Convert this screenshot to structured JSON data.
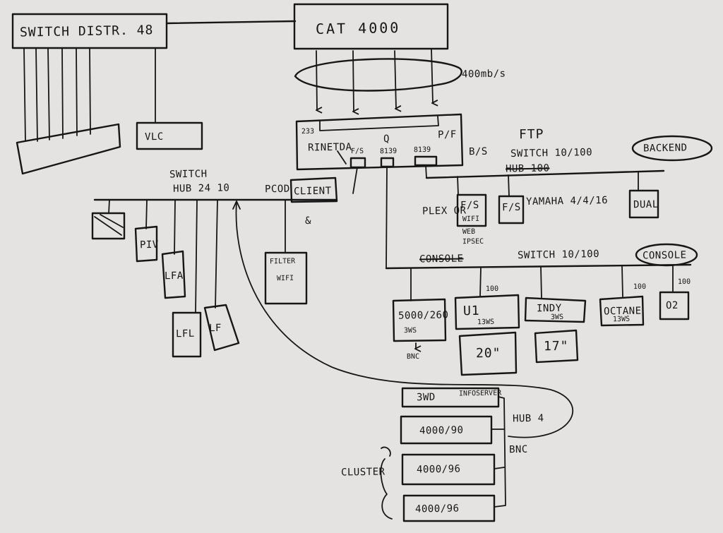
{
  "labels": {
    "switch_distr": "SWITCH DISTR. 48",
    "cat4000": "CAT 4000",
    "speed": "400mb/s",
    "vlc": "VLC",
    "port_233": "233",
    "rinetda": "RINETDA",
    "fs_port": "F/S",
    "q": "Q",
    "pf": "P/F",
    "port_8139a": "8139",
    "port_8139b": "8139",
    "bs": "B/S",
    "ftp": "FTP",
    "switch_10_100_top": "SWITCH 10/100",
    "hub_100_struck": "HUB 100",
    "backend": "BACKEND",
    "plexor": "PLEX OR",
    "plex_fs": "F/S",
    "plex_sub1": "WIFI",
    "plex_sub2": "WEB",
    "ipsec": "IPSEC",
    "yamaha_fs": "F/S",
    "yamaha": "YAMAHA 4/4/16",
    "dual": "DUAL",
    "switch_hub_l1": "SWITCH",
    "switch_hub_l2": "HUB 24 10",
    "pcod": "PCOD",
    "client": "CLIENT",
    "small_mark": "&",
    "left_box1": "",
    "piv": "PIV",
    "lfa": "LFA",
    "lfl": "LFL",
    "left_box5": "LF",
    "filter": "FILTER",
    "filter_wifi": "WIFI",
    "console_struck": "CONSOLE",
    "switch_console": "SWITCH 10/100",
    "console": "CONSOLE",
    "ws_5000": "5000/260",
    "ws_5000_sub": "3WS",
    "bnc_small": "BNC",
    "u1": "U1",
    "u1_sub": "13WS",
    "indy": "INDY",
    "indy_sub": "3WS",
    "octane": "OCTANE",
    "octane_sub": "13WS",
    "o2": "O2",
    "tag100a": "100",
    "tag100b": "100",
    "tag100c": "100",
    "mon20": "20\"",
    "mon17": "17\"",
    "rack1_a": "3WD",
    "rack1_b": "INFOSERVER",
    "rack2": "4000/90",
    "rack3": "4000/96",
    "rack4": "4000/96",
    "hub4": "HUB 4",
    "bnc": "BNC",
    "cluster": "CLUSTER"
  }
}
